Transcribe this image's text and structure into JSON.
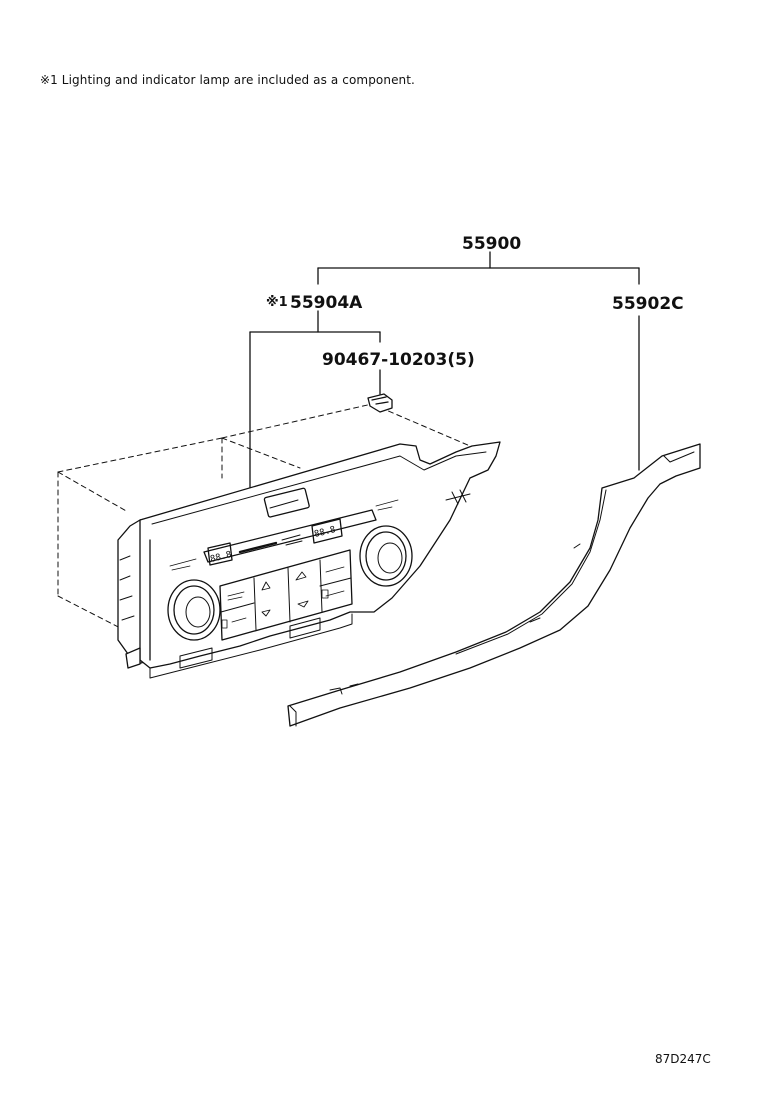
{
  "note": "※1 Lighting and indicator lamp are included as a component.",
  "callouts": {
    "assembly": "55900",
    "control_panel": "55904A",
    "control_panel_mark": "※1",
    "screw": "90467-10203(5)",
    "cover": "55902C"
  },
  "panel_display": {
    "left_temp": "88.8",
    "right_temp": "88.8"
  },
  "diagram_code": "87D247C"
}
